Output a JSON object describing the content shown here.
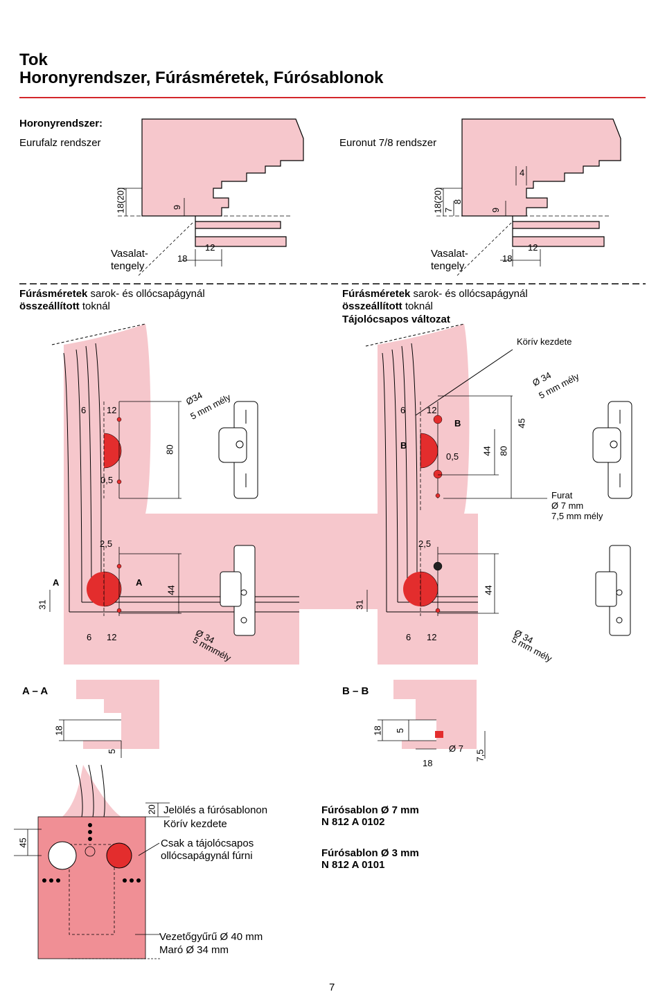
{
  "header": {
    "title_line1": "Tok",
    "title_line2": "Horonyrendszer, Fúrásméretek, Fúrósablonok"
  },
  "section_groove": {
    "heading": "Horonyrendszer:",
    "left_label": "Eurufalz rendszer",
    "right_label": "Euronut 7/8 rendszer",
    "axis_label_left_1": "Vasalat-",
    "axis_label_left_2": "tengely",
    "axis_label_right_1": "Vasalat-",
    "axis_label_right_2": "tengely",
    "dims_left": [
      "18(20)",
      "9",
      "18",
      "12"
    ],
    "dims_right": [
      "18(20)",
      "7",
      "8",
      "4",
      "9",
      "18",
      "12"
    ]
  },
  "section_drill": {
    "left_heading_bold": "Fúrásméretek",
    "left_heading_rest": " sarok- és ollócsapágynál",
    "left_heading2_bold": "összeállított",
    "left_heading2_rest": " toknál",
    "right_heading_bold": "Fúrásméretek",
    "right_heading_rest": " sarok- és ollócsapágynál",
    "right_heading2_bold": "összeállított",
    "right_heading2_rest": " toknál",
    "right_heading3": "Tájolócsapos változat",
    "koriv_kezdete": "Körív kezdete",
    "dia_left_1": "Ø34",
    "dia_left_2": "5 mm mély",
    "dia_right_1": "Ø 34",
    "dia_right_2": "5 mm mély",
    "dims_top_left": [
      "6",
      "12",
      "80",
      "0,5"
    ],
    "dims_top_right": [
      "6",
      "12",
      "B",
      "B",
      "0,5",
      "44",
      "80",
      "45"
    ],
    "furat_1": "Furat",
    "furat_2": "Ø 7 mm",
    "furat_3": "7,5 mm mély",
    "dims_bottom_left": [
      "2,5",
      "A",
      "A",
      "44",
      "31",
      "6",
      "12"
    ],
    "dims_bottom_right": [
      "2,5",
      "44",
      "31",
      "6",
      "12"
    ],
    "dia_bl_1": "Ø 34",
    "dia_bl_2": "5 mmmély",
    "dia_br_1": "Ø 34",
    "dia_br_2": "5 mm mély"
  },
  "section_cut": {
    "label_aa": "A – A",
    "label_bb": "B – B",
    "dims_aa": [
      "18",
      "5"
    ],
    "dims_bb": [
      "18",
      "5",
      "18",
      "Ø 7",
      "7,5"
    ]
  },
  "section_template": {
    "dim_45": "45",
    "dim_20": "20",
    "note1": "Jelölés a fúrósablonon",
    "note2": "Körív kezdete",
    "note3": "Csak a tájolócsapos",
    "note4": "ollócsapágynál fúrni",
    "note5": "Vezetőgyűrű  Ø 40 mm",
    "note6": "Maró  Ø 34 mm",
    "tmpl1_title": "Fúrósablon Ø 7 mm",
    "tmpl1_code": "N 812 A 0102",
    "tmpl2_title": "Fúrósablon Ø 3 mm",
    "tmpl2_code": "N 812 A 0101"
  },
  "footer": {
    "page_number": "7"
  },
  "colors": {
    "pink": "#f6c7cc",
    "red": "#e32d2d",
    "accent": "#d3262a"
  }
}
